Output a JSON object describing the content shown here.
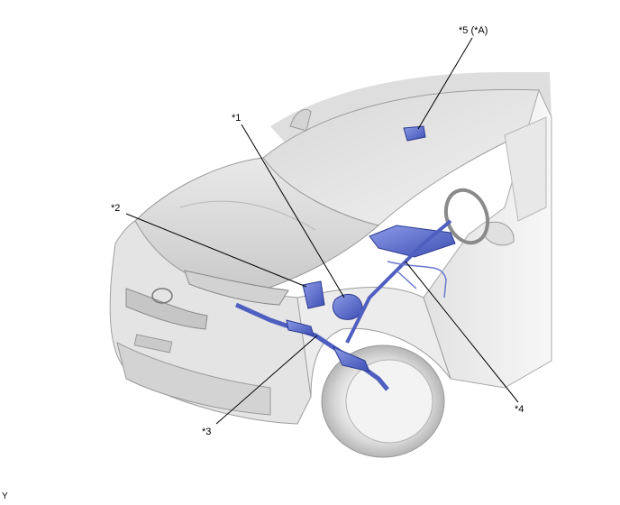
{
  "callouts": {
    "c1": "*1",
    "c2": "*2",
    "c3": "*3",
    "c4": "*4",
    "c5": "*5 (*A)"
  },
  "corner_mark": "Y",
  "colors": {
    "body_light": "#f4f4f4",
    "body_mid": "#dcdcdc",
    "body_dark": "#a9a9a9",
    "component_blue": "#5566c8",
    "leader_line": "#000000"
  }
}
